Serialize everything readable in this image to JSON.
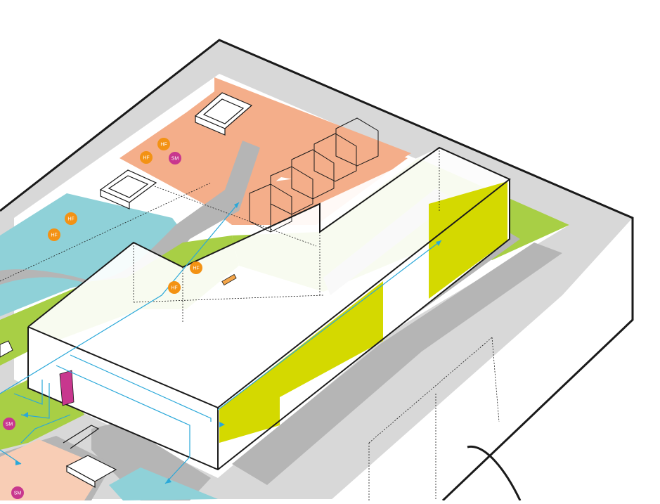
{
  "colors": {
    "outer_frame": "#d8d8d8",
    "path_gray": "#b5b5b5",
    "salmon": "#f4ae8a",
    "light_salmon": "#f8cdb5",
    "teal": "#8fd1d8",
    "green": "#a8cf45",
    "yellow_green": "#d4d900",
    "magenta": "#c8378e",
    "orange_marker": "#f39214",
    "arrow_blue": "#2aa8d9",
    "outline": "#1a1a1a",
    "bench": "#f4a64a"
  },
  "markers": [
    {
      "label": "HF",
      "kind": "hf"
    },
    {
      "label": "HF",
      "kind": "hf"
    },
    {
      "label": "SM",
      "kind": "sm"
    },
    {
      "label": "HF",
      "kind": "hf"
    },
    {
      "label": "HF",
      "kind": "hf"
    },
    {
      "label": "HF",
      "kind": "hf"
    },
    {
      "label": "HF",
      "kind": "hf"
    },
    {
      "label": "SM",
      "kind": "sm"
    },
    {
      "label": "SM",
      "kind": "sm"
    }
  ]
}
